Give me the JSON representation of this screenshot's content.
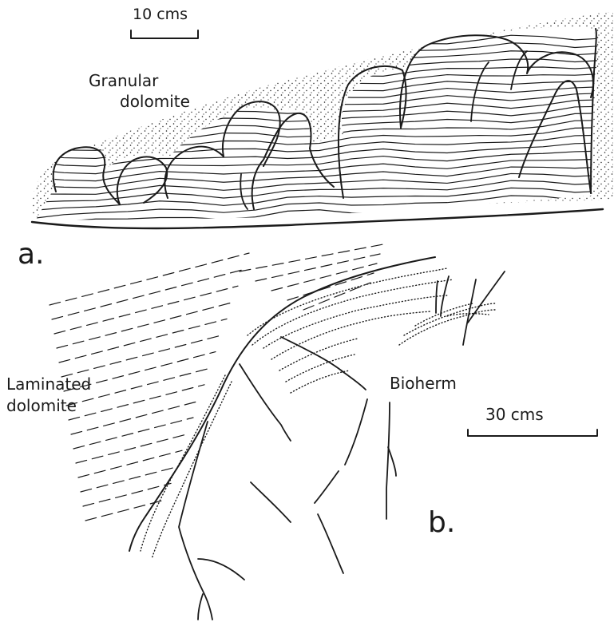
{
  "panel_a": {
    "letter": "a.",
    "scale_label": "10 cms",
    "label_line1": "Granular",
    "label_line2": "dolomite"
  },
  "panel_b": {
    "letter": "b.",
    "scale_label": "30 cms",
    "left_label_line1": "Laminated",
    "left_label_line2": "dolomite",
    "right_label": "Bioherm"
  },
  "colors": {
    "ink": "#1a1a1a",
    "paper": "#ffffff"
  }
}
